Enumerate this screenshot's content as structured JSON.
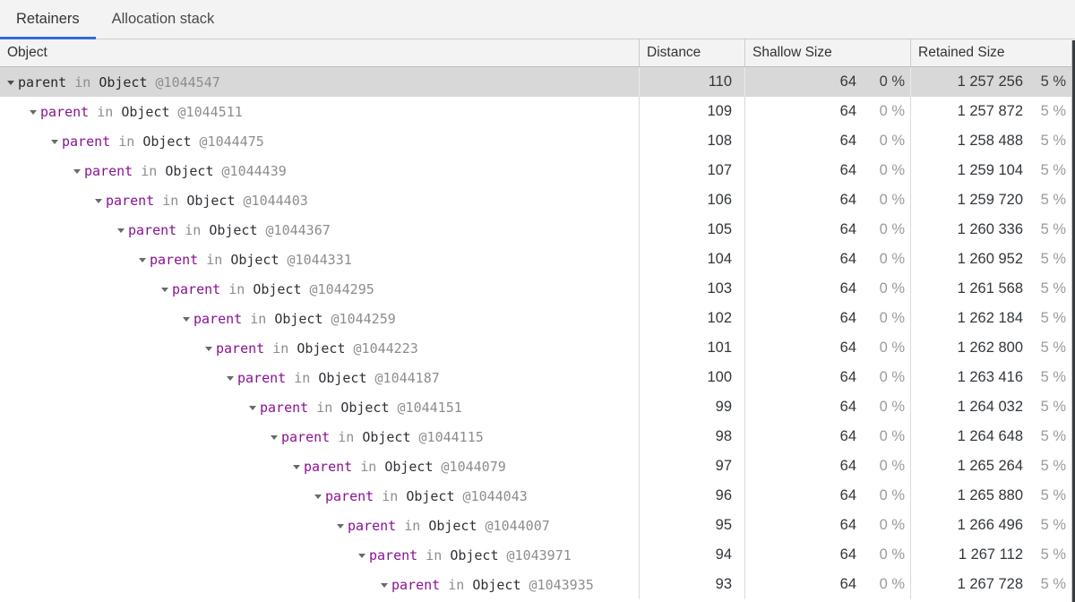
{
  "tabs": [
    {
      "label": "Retainers",
      "active": true
    },
    {
      "label": "Allocation stack",
      "active": false
    }
  ],
  "columns": {
    "object": "Object",
    "distance": "Distance",
    "shallow": "Shallow Size",
    "retained": "Retained Size"
  },
  "colors": {
    "accent_blue": "#2d6ce0",
    "edge_purple": "#881391",
    "selected_row_bg": "#d8d8d8",
    "right_strip": "#3b3e41"
  },
  "rows": [
    {
      "edge": "parent",
      "keyword": "in",
      "ctor": "Object",
      "id": "@1044547",
      "distance": "110",
      "shallow": "64",
      "shallow_pct": "0 %",
      "retained": "1 257 256",
      "retained_pct": "5 %",
      "selected": true
    },
    {
      "edge": "parent",
      "keyword": "in",
      "ctor": "Object",
      "id": "@1044511",
      "distance": "109",
      "shallow": "64",
      "shallow_pct": "0 %",
      "retained": "1 257 872",
      "retained_pct": "5 %",
      "selected": false
    },
    {
      "edge": "parent",
      "keyword": "in",
      "ctor": "Object",
      "id": "@1044475",
      "distance": "108",
      "shallow": "64",
      "shallow_pct": "0 %",
      "retained": "1 258 488",
      "retained_pct": "5 %",
      "selected": false
    },
    {
      "edge": "parent",
      "keyword": "in",
      "ctor": "Object",
      "id": "@1044439",
      "distance": "107",
      "shallow": "64",
      "shallow_pct": "0 %",
      "retained": "1 259 104",
      "retained_pct": "5 %",
      "selected": false
    },
    {
      "edge": "parent",
      "keyword": "in",
      "ctor": "Object",
      "id": "@1044403",
      "distance": "106",
      "shallow": "64",
      "shallow_pct": "0 %",
      "retained": "1 259 720",
      "retained_pct": "5 %",
      "selected": false
    },
    {
      "edge": "parent",
      "keyword": "in",
      "ctor": "Object",
      "id": "@1044367",
      "distance": "105",
      "shallow": "64",
      "shallow_pct": "0 %",
      "retained": "1 260 336",
      "retained_pct": "5 %",
      "selected": false
    },
    {
      "edge": "parent",
      "keyword": "in",
      "ctor": "Object",
      "id": "@1044331",
      "distance": "104",
      "shallow": "64",
      "shallow_pct": "0 %",
      "retained": "1 260 952",
      "retained_pct": "5 %",
      "selected": false
    },
    {
      "edge": "parent",
      "keyword": "in",
      "ctor": "Object",
      "id": "@1044295",
      "distance": "103",
      "shallow": "64",
      "shallow_pct": "0 %",
      "retained": "1 261 568",
      "retained_pct": "5 %",
      "selected": false
    },
    {
      "edge": "parent",
      "keyword": "in",
      "ctor": "Object",
      "id": "@1044259",
      "distance": "102",
      "shallow": "64",
      "shallow_pct": "0 %",
      "retained": "1 262 184",
      "retained_pct": "5 %",
      "selected": false
    },
    {
      "edge": "parent",
      "keyword": "in",
      "ctor": "Object",
      "id": "@1044223",
      "distance": "101",
      "shallow": "64",
      "shallow_pct": "0 %",
      "retained": "1 262 800",
      "retained_pct": "5 %",
      "selected": false
    },
    {
      "edge": "parent",
      "keyword": "in",
      "ctor": "Object",
      "id": "@1044187",
      "distance": "100",
      "shallow": "64",
      "shallow_pct": "0 %",
      "retained": "1 263 416",
      "retained_pct": "5 %",
      "selected": false
    },
    {
      "edge": "parent",
      "keyword": "in",
      "ctor": "Object",
      "id": "@1044151",
      "distance": "99",
      "shallow": "64",
      "shallow_pct": "0 %",
      "retained": "1 264 032",
      "retained_pct": "5 %",
      "selected": false
    },
    {
      "edge": "parent",
      "keyword": "in",
      "ctor": "Object",
      "id": "@1044115",
      "distance": "98",
      "shallow": "64",
      "shallow_pct": "0 %",
      "retained": "1 264 648",
      "retained_pct": "5 %",
      "selected": false
    },
    {
      "edge": "parent",
      "keyword": "in",
      "ctor": "Object",
      "id": "@1044079",
      "distance": "97",
      "shallow": "64",
      "shallow_pct": "0 %",
      "retained": "1 265 264",
      "retained_pct": "5 %",
      "selected": false
    },
    {
      "edge": "parent",
      "keyword": "in",
      "ctor": "Object",
      "id": "@1044043",
      "distance": "96",
      "shallow": "64",
      "shallow_pct": "0 %",
      "retained": "1 265 880",
      "retained_pct": "5 %",
      "selected": false
    },
    {
      "edge": "parent",
      "keyword": "in",
      "ctor": "Object",
      "id": "@1044007",
      "distance": "95",
      "shallow": "64",
      "shallow_pct": "0 %",
      "retained": "1 266 496",
      "retained_pct": "5 %",
      "selected": false
    },
    {
      "edge": "parent",
      "keyword": "in",
      "ctor": "Object",
      "id": "@1043971",
      "distance": "94",
      "shallow": "64",
      "shallow_pct": "0 %",
      "retained": "1 267 112",
      "retained_pct": "5 %",
      "selected": false
    },
    {
      "edge": "parent",
      "keyword": "in",
      "ctor": "Object",
      "id": "@1043935",
      "distance": "93",
      "shallow": "64",
      "shallow_pct": "0 %",
      "retained": "1 267 728",
      "retained_pct": "5 %",
      "selected": false
    }
  ]
}
